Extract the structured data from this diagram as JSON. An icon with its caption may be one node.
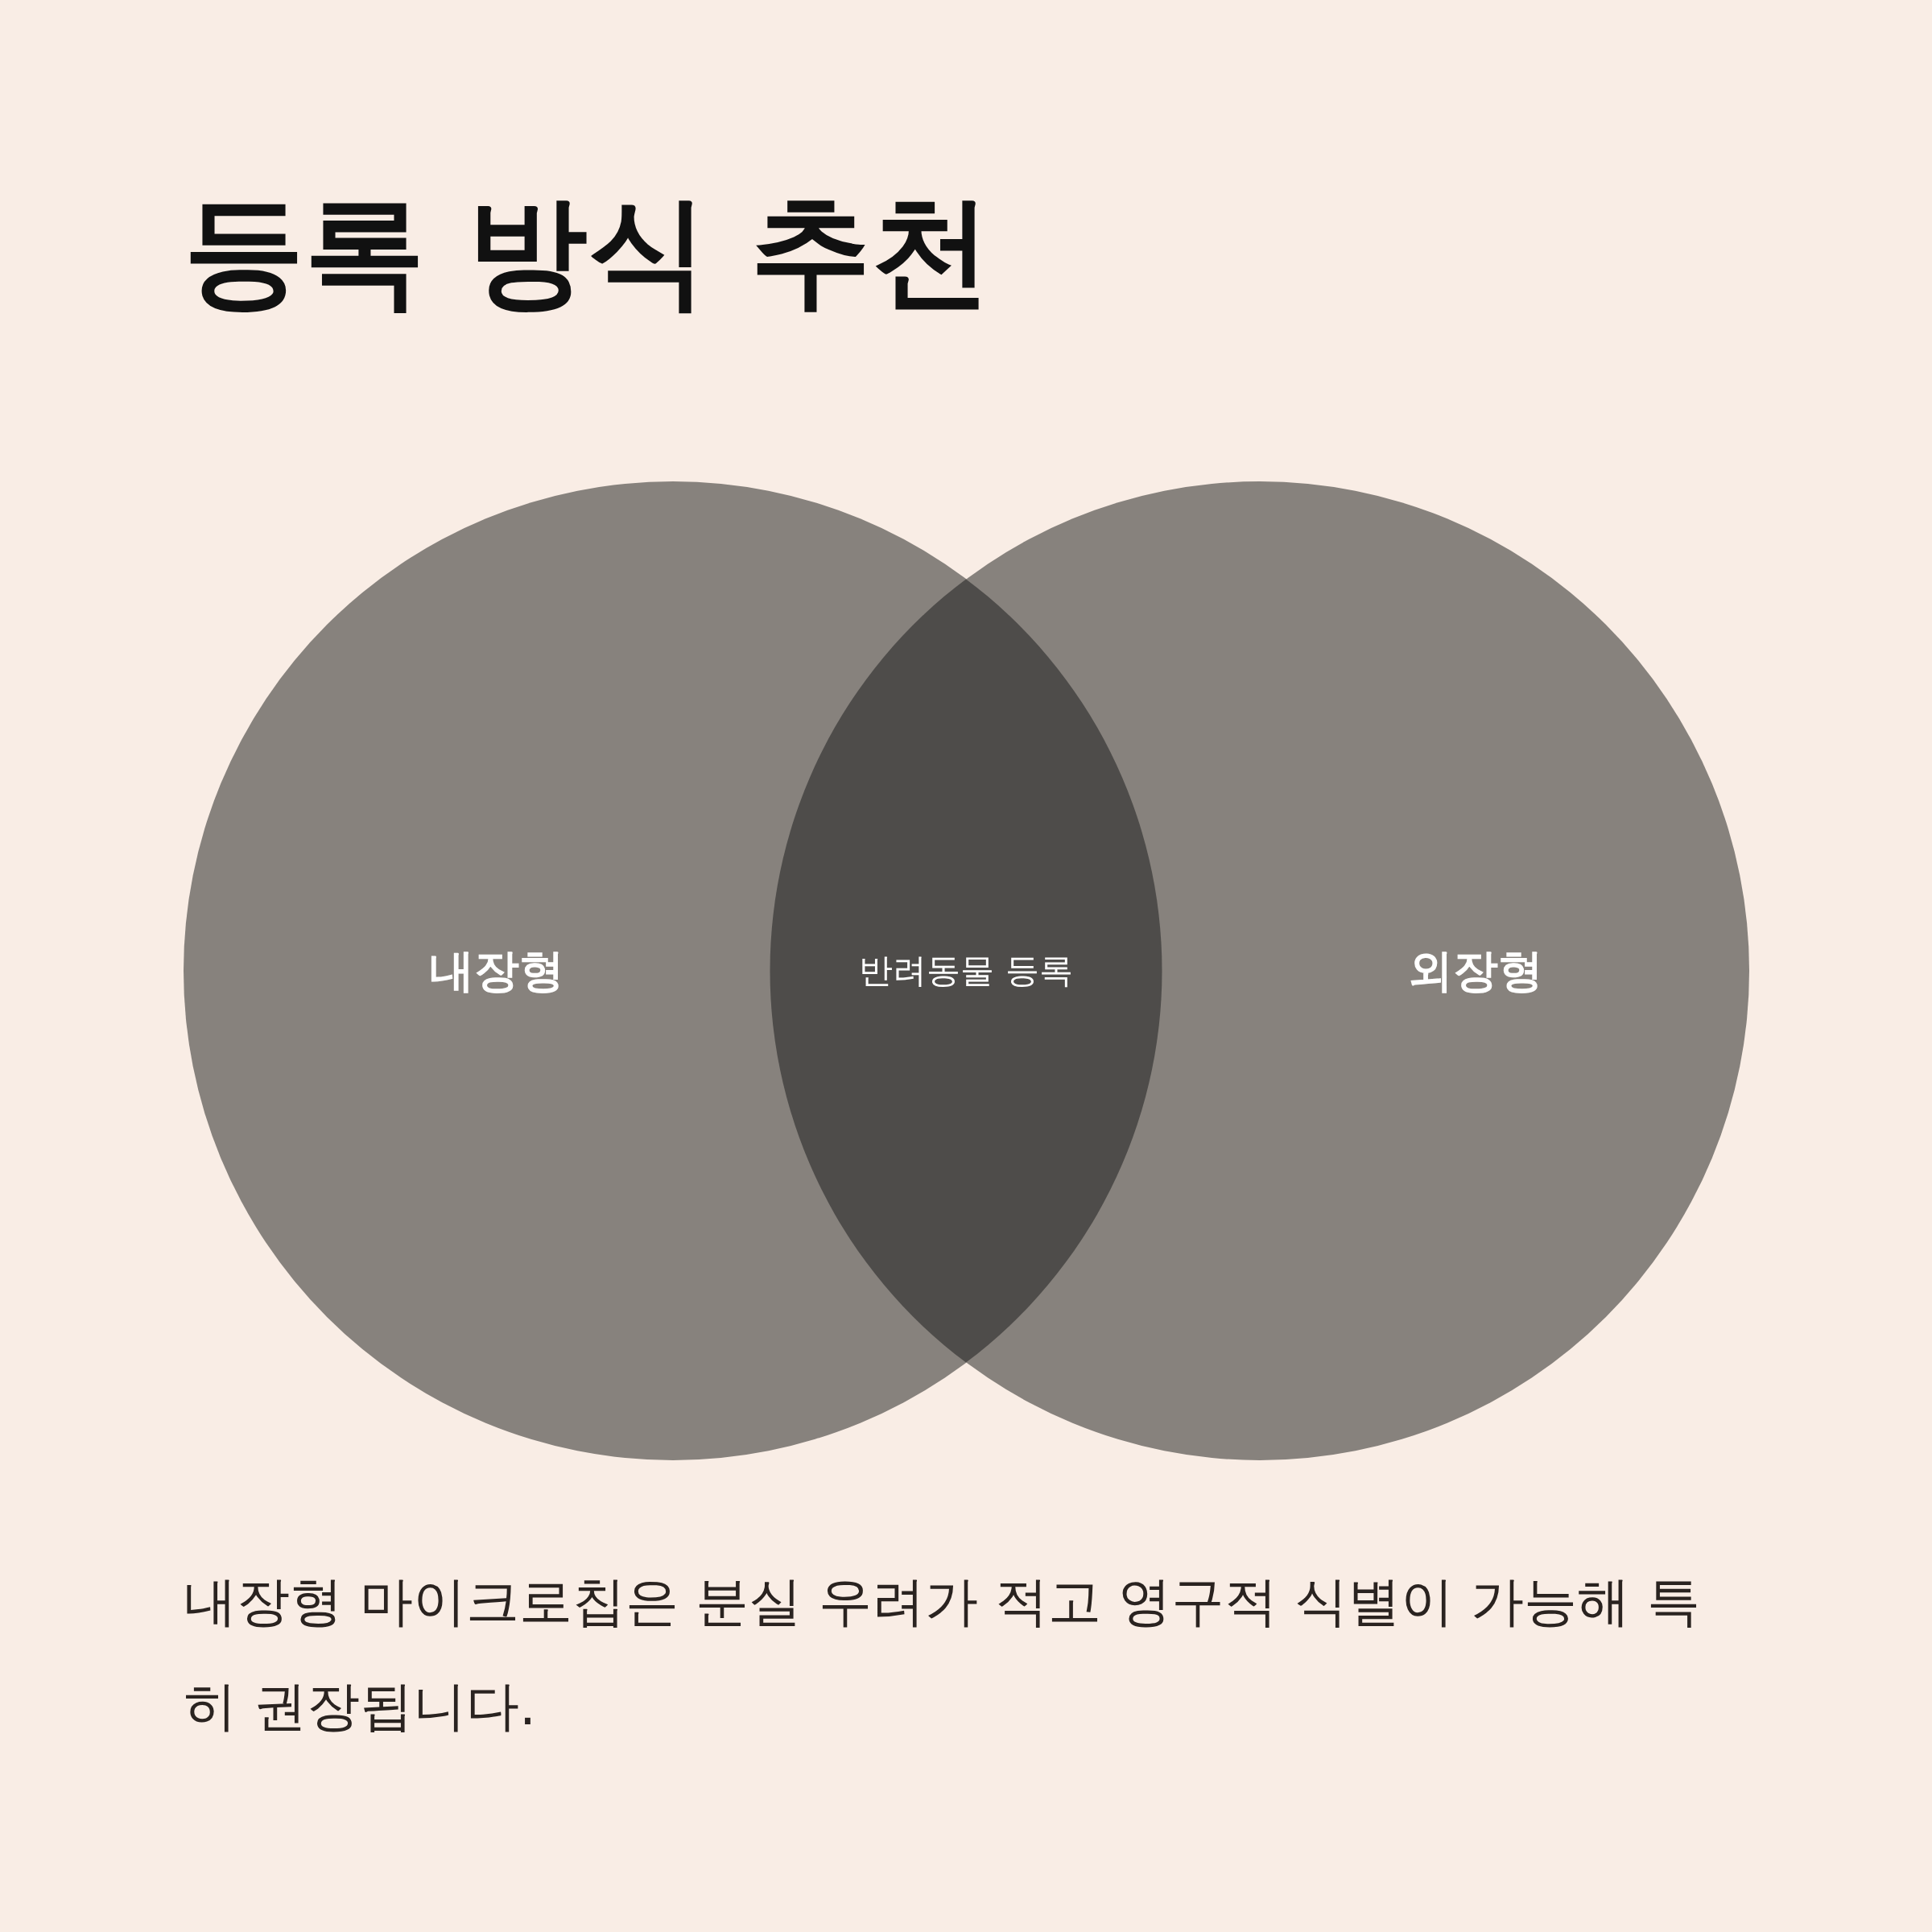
{
  "diagram": {
    "title": "등록 방식 추천",
    "nodes": [
      {
        "text": [
          "내장형"
        ]
      },
      {
        "text": [
          "외장형"
        ]
      }
    ],
    "labels": [
      "반려동물 등록"
    ],
    "caption": "내장형 마이크로칩은 분실 우려가 적고 영구적 식별이 가능해 특히 권장됩니다."
  }
}
